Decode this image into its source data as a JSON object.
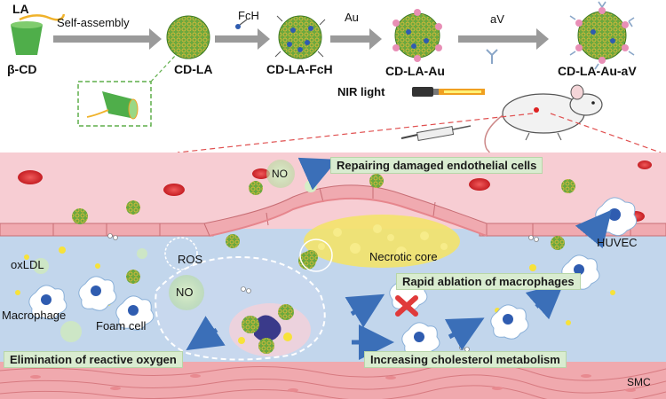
{
  "top": {
    "la": "LA",
    "self_assembly": "Self-assembly",
    "beta_cd": "β-CD",
    "cd_la": "CD-LA",
    "fch": "FcH",
    "cd_la_fch": "CD-LA-FcH",
    "au": "Au",
    "cd_la_au": "CD-LA-Au",
    "av": "aV",
    "cd_la_au_av": "CD-LA-Au-aV",
    "nir_light": "NIR light"
  },
  "bottom": {
    "no_top": "NO",
    "repairing": "Repairing damaged endothelial cells",
    "oxldl": "oxLDL",
    "ros": "ROS",
    "necrotic_core": "Necrotic core",
    "huvec": "HUVEC",
    "rapid_ablation": "Rapid ablation of macrophages",
    "no_center": "NO",
    "macrophage": "Macrophage",
    "foam_cell": "Foam cell",
    "elimination": "Elimination of reactive oxygen",
    "increasing": "Increasing cholesterol metabolism",
    "smc": "SMC"
  },
  "colors": {
    "vessel_pink": "#f6c9cf",
    "plaque_blue": "#bcd3ea",
    "endothelium": "#f2aeb2",
    "smc_layer": "#f0a3a8",
    "arrow_blue": "#3b6fb8",
    "nano_green": "#5f9e3a",
    "gold_pink": "#e88fb6",
    "core_yellow": "#f3e05a"
  }
}
